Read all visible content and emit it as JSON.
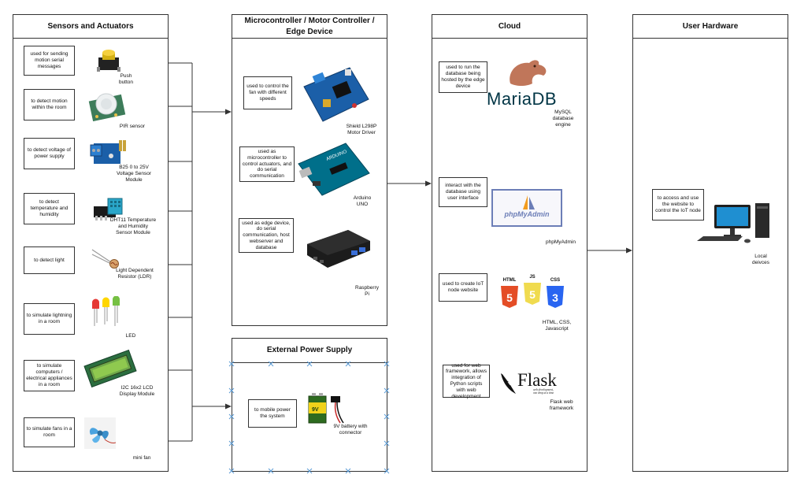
{
  "panels": {
    "sensors": {
      "title": "Sensors and Actuators"
    },
    "micro": {
      "title": "Microcontroller / Motor Controller /\nEdge Device"
    },
    "power": {
      "title": "External Power Supply"
    },
    "cloud": {
      "title": "Cloud"
    },
    "user": {
      "title": "User Hardware"
    }
  },
  "sensors": [
    {
      "note": "used for sending motion serial messages",
      "caption": "Push\nbutton",
      "icon": "push-button-icon"
    },
    {
      "note": "to detect motion within the room",
      "caption": "PIR sensor",
      "icon": "pir-sensor-icon"
    },
    {
      "note": "to detect voltage of power supply",
      "caption": "B25 0 to 25V\nVoltage Sensor\nModule",
      "icon": "voltage-sensor-icon"
    },
    {
      "note": "to detect temperature and humidity",
      "caption": "DHT11 Temperature\nand Humidity\nSensor Module",
      "icon": "dht11-sensor-icon"
    },
    {
      "note": "to detect light",
      "caption": "Light Dependent\nResistor (LDR)",
      "icon": "ldr-icon"
    },
    {
      "note": "to simulate lightning in a room",
      "caption": "LED",
      "icon": "led-icon"
    },
    {
      "note": "to simulate computers / electrical appliances in a room",
      "caption": "I2C 16x2 LCD\nDisplay Module",
      "icon": "lcd-display-icon"
    },
    {
      "note": "to simulate fans in a room",
      "caption": "mini fan",
      "icon": "mini-fan-icon"
    }
  ],
  "micro": [
    {
      "note": "used to control the fan with different speeds",
      "caption": "Shield L298P\nMotor Driver",
      "icon": "motor-shield-icon"
    },
    {
      "note": "used as microcontroller to control actuators, and do serial communication",
      "caption": "Arduino\nUNO",
      "icon": "arduino-uno-icon"
    },
    {
      "note": "used as edge device, do serial communication, host webserver and database",
      "caption": "Raspberry\nPi",
      "icon": "raspberry-pi-icon"
    }
  ],
  "power": {
    "note": "to mobile power the system",
    "caption": "9V battery with\nconnector",
    "icon": "battery-icon"
  },
  "cloud": [
    {
      "note": "used to run the database being hosted by the edge device",
      "caption": "MySQL\ndatabase\nengine",
      "logo": "MariaDB",
      "icon": "mariadb-logo-icon"
    },
    {
      "note": "interact with the database using user interface",
      "caption": "phpMyAdmin",
      "logo": "phpMyAdmin",
      "icon": "phpmyadmin-logo-icon"
    },
    {
      "note": "used to create IoT node website",
      "caption": "HTML, CSS,\nJavascript",
      "logo_labels": [
        "HTML",
        "JS",
        "CSS"
      ],
      "icon": "web-stack-logo-icon"
    },
    {
      "note": "used for web framework, allows integration of Python scripts with web development",
      "caption": "Flask web\nframework",
      "logo": "Flask",
      "logo_sub": "web development,\none drop at a time",
      "icon": "flask-logo-icon"
    }
  ],
  "user": {
    "note": "to access and use the website to control the IoT node",
    "caption": "Local\ndeivces",
    "icon": "desktop-computer-icon"
  },
  "colors": {
    "line": "#333333",
    "marker": "#5b9bd5",
    "mariadb": "#003545",
    "seal": "#c0765a",
    "php": "#6c7eb7",
    "html": "#e44d26",
    "js": "#f0db4f",
    "css": "#2965f1",
    "pcb_blue": "#1b5fa8"
  }
}
